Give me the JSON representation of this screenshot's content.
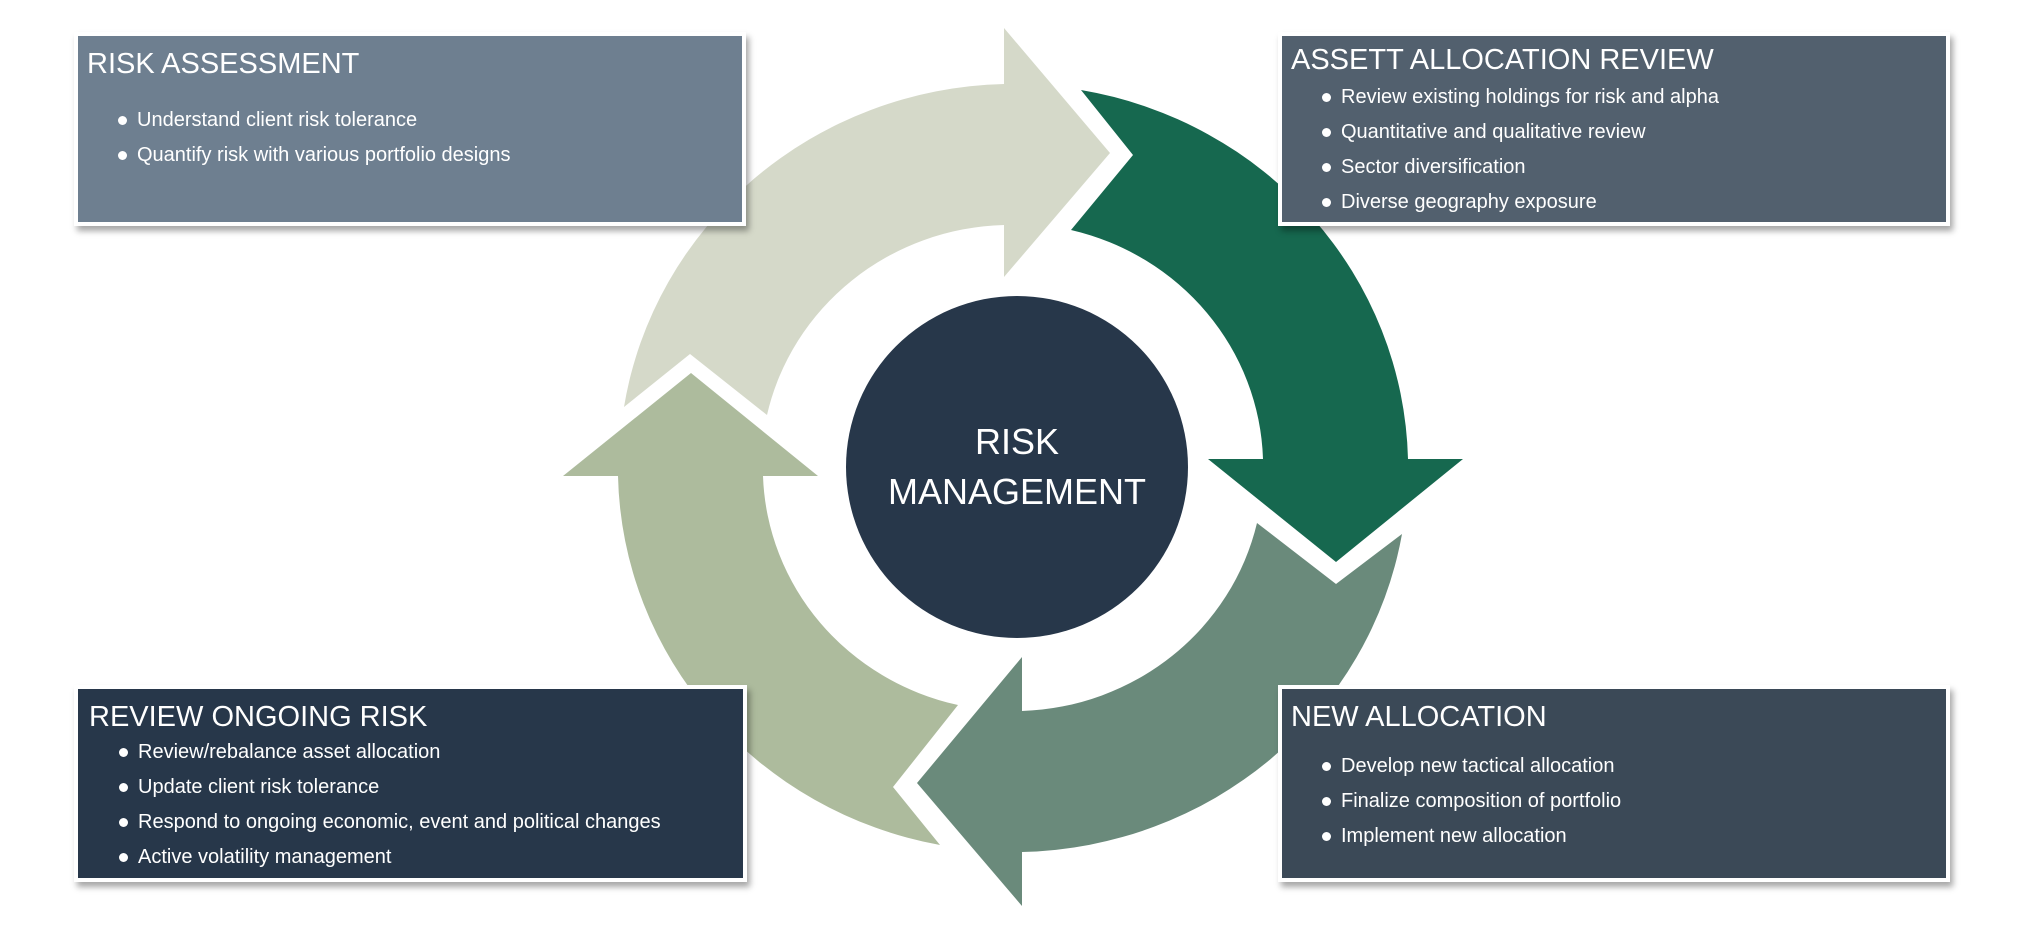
{
  "hub": {
    "line1": "RISK",
    "line2": "MANAGEMENT",
    "color": "#27374a"
  },
  "cycle": {
    "steps": [
      {
        "name": "risk-assessment",
        "arrow_color": "#d5d9c9"
      },
      {
        "name": "asset-allocation-review",
        "arrow_color": "#16684f"
      },
      {
        "name": "new-allocation",
        "arrow_color": "#6a8a7b"
      },
      {
        "name": "review-ongoing-risk",
        "arrow_color": "#adbb9d"
      }
    ]
  },
  "boxes": {
    "risk_assessment": {
      "title": "RISK ASSESSMENT",
      "color": "#6e7f90",
      "bullets": [
        "Understand client risk tolerance",
        "Quantify risk with various portfolio designs"
      ]
    },
    "asset_allocation_review": {
      "title": "ASSETT ALLOCATION REVIEW",
      "color": "#52606e",
      "bullets": [
        "Review existing holdings for risk and alpha",
        "Quantitative and qualitative review",
        "Sector diversification",
        "Diverse geography exposure"
      ]
    },
    "review_ongoing_risk": {
      "title": "REVIEW ONGOING RISK",
      "color": "#27374a",
      "bullets": [
        "Review/rebalance asset allocation",
        "Update client risk tolerance",
        "Respond to ongoing economic, event and political changes",
        "Active volatility management"
      ]
    },
    "new_allocation": {
      "title": "NEW ALLOCATION",
      "color": "#3b4957",
      "bullets": [
        "Develop new tactical allocation",
        "Finalize composition of portfolio",
        "Implement new allocation"
      ]
    }
  }
}
